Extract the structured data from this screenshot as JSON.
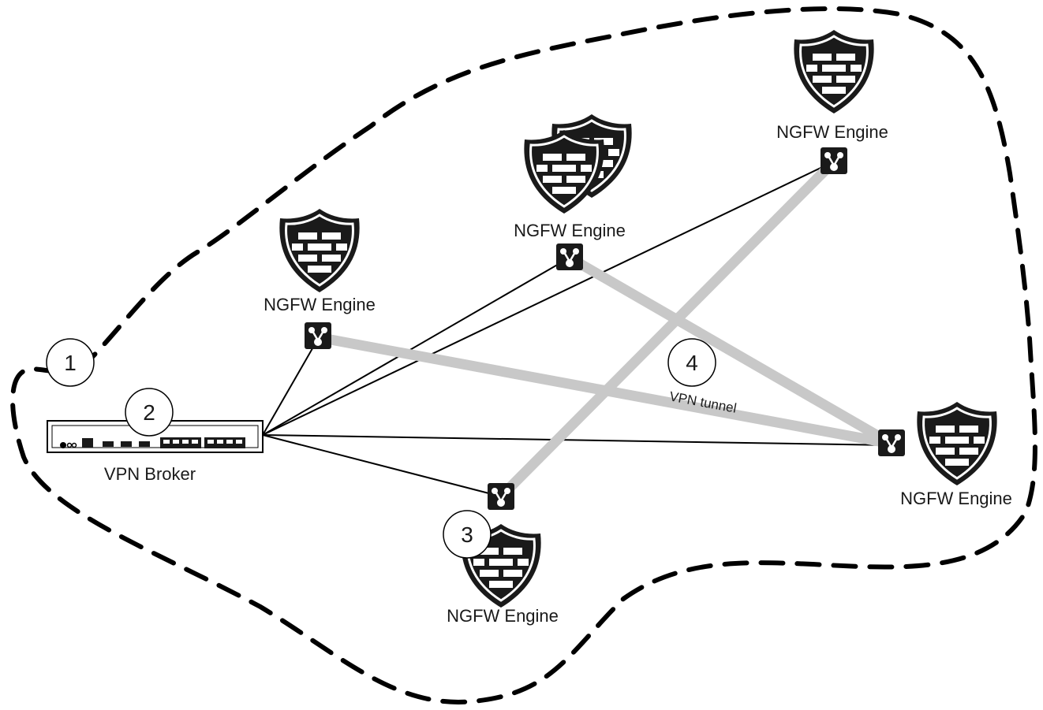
{
  "broker": {
    "label": "VPN Broker"
  },
  "engines": [
    {
      "label": "NGFW Engine"
    },
    {
      "label": "NGFW Engine"
    },
    {
      "label": "NGFW Engine"
    },
    {
      "label": "NGFW Engine"
    },
    {
      "label": "NGFW Engine"
    }
  ],
  "callouts": [
    "1",
    "2",
    "3",
    "4"
  ],
  "tunnel": {
    "label": "VPN tunnel"
  },
  "colors": {
    "ink": "#1a1a1a",
    "tunnel": "#c8c8c8",
    "line": "#000000"
  }
}
